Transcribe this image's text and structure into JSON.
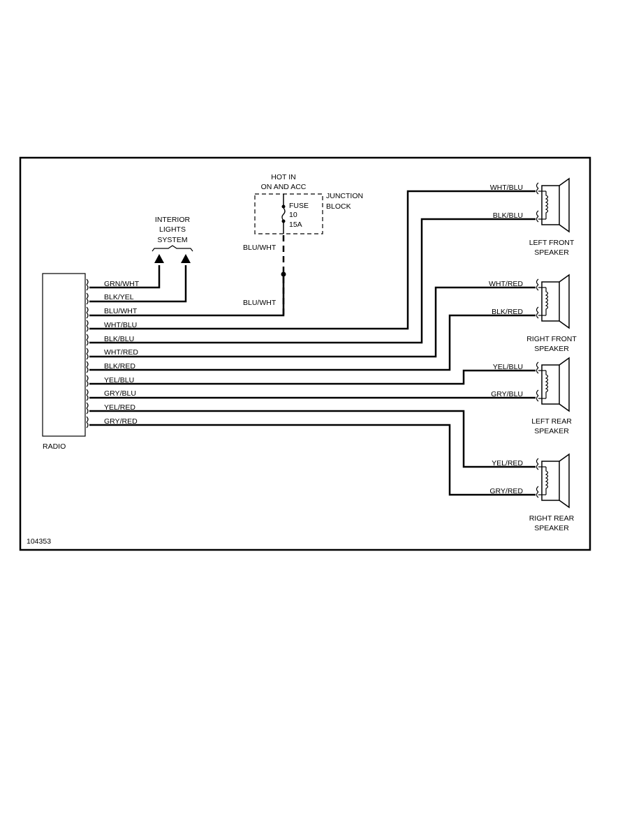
{
  "figure_id": "104353",
  "radio": {
    "label": "RADIO"
  },
  "radio_wires": [
    "GRN/WHT",
    "BLK/YEL",
    "BLU/WHT",
    "WHT/BLU",
    "BLK/BLU",
    "WHT/RED",
    "BLK/RED",
    "YEL/BLU",
    "GRY/BLU",
    "YEL/RED",
    "GRY/RED"
  ],
  "interior_lights": {
    "line1": "INTERIOR",
    "line2": "LIGHTS",
    "line3": "SYSTEM"
  },
  "hot_in": {
    "line1": "HOT IN",
    "line2": "ON AND ACC"
  },
  "junction_block": {
    "line1": "JUNCTION",
    "line2": "BLOCK"
  },
  "fuse": {
    "line1": "FUSE",
    "line2": "10",
    "line3": "15A"
  },
  "fuse_wire_top": "BLU/WHT",
  "fuse_wire_bottom": "BLU/WHT",
  "speakers": [
    {
      "wire_top": "WHT/BLU",
      "wire_bottom": "BLK/BLU",
      "line1": "LEFT FRONT",
      "line2": "SPEAKER"
    },
    {
      "wire_top": "WHT/RED",
      "wire_bottom": "BLK/RED",
      "line1": "RIGHT FRONT",
      "line2": "SPEAKER"
    },
    {
      "wire_top": "YEL/BLU",
      "wire_bottom": "GRY/BLU",
      "line1": "LEFT REAR",
      "line2": "SPEAKER"
    },
    {
      "wire_top": "YEL/RED",
      "wire_bottom": "GRY/RED",
      "line1": "RIGHT REAR",
      "line2": "SPEAKER"
    }
  ]
}
